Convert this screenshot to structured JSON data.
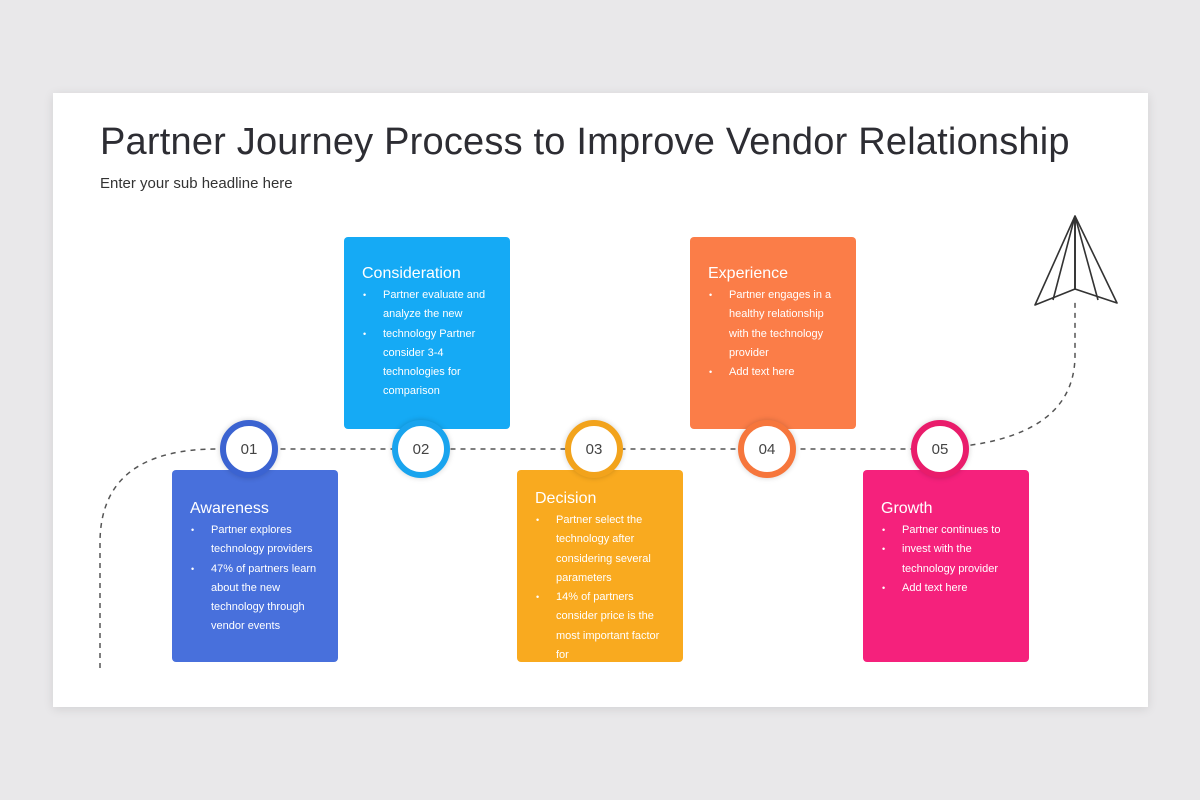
{
  "slide": {
    "title": "Partner Journey Process to Improve Vendor Relationship",
    "subtitle": "Enter your sub headline here"
  },
  "steps": [
    {
      "number": "01",
      "title": "Awareness",
      "color": "#4870dc",
      "bullets": [
        "Partner explores technology providers",
        "47% of partners learn about the new technology through vendor events"
      ]
    },
    {
      "number": "02",
      "title": "Consideration",
      "color": "#15aaf5",
      "bullets": [
        "Partner evaluate and analyze the new",
        "technology Partner consider 3-4 technologies for comparison"
      ]
    },
    {
      "number": "03",
      "title": "Decision",
      "color": "#f9aa1f",
      "bullets": [
        "Partner select the technology after considering several parameters",
        "14% of partners consider price is the most important factor for"
      ]
    },
    {
      "number": "04",
      "title": "Experience",
      "color": "#fb7d48",
      "bullets": [
        "Partner engages in a healthy relationship with the technology provider",
        "Add text here"
      ]
    },
    {
      "number": "05",
      "title": "Growth",
      "color": "#f5217c",
      "bullets": [
        "Partner continues to",
        "invest with the technology provider",
        "Add text here"
      ]
    }
  ],
  "icons": {
    "paper_plane": "paper-plane-icon"
  }
}
